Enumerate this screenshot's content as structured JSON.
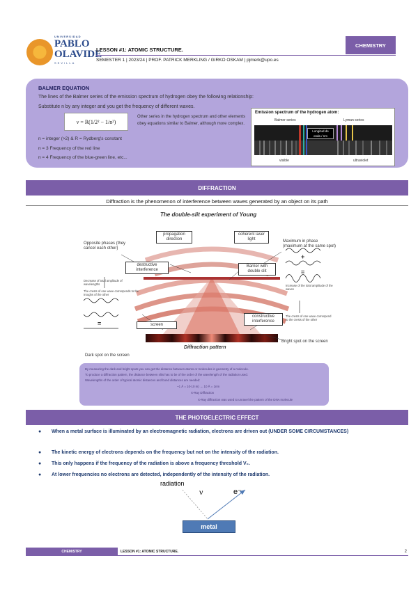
{
  "header": {
    "logo": {
      "line1": "UNIVERSIDAD",
      "line2": "PABLO",
      "line3": "OLAVIDE",
      "line4": "SEVILLA"
    },
    "lesson_title": "LESSON #1: ATOMIC STRUCTURE.",
    "subject": "CHEMISTRY",
    "semester_line": "SEMESTER 1 | 2023/24 | PROF. PATRICK MERKLING / GIRKO OSKAM | pjmerk@upo.es"
  },
  "balmer": {
    "title": "BALMER EQUATION",
    "line1": "The lines of the Balmer series of the emission spectrum of hydrogen obey the following relationship:",
    "line2": "Substitute n by any integer and you get the frequency of different waves.",
    "formula": "ν = R(1/2² − 1/n²)",
    "other_series": "Other series in the hydrogen spectrum and other elements obey equations similar to Balmer, although more complex.",
    "n_def": "n = integer (>2) & R = Rydberg's constant",
    "n3": "n = 3 Frequency of the red line",
    "n4": "n = 4 Frequency of the blue-green line, etc...",
    "spectrum": {
      "title": "Emission spectrum of the hydrogen atom:",
      "balmer_series": "Balmer series",
      "lyman_series": "Lyman series",
      "box_line1": "Longitud de",
      "box_line2": "onda / nm",
      "visible": "visible",
      "ultraviolet": "ultraviolet"
    }
  },
  "diffraction": {
    "section_title": "DIFFRACTION",
    "definition": "Diffraction is the phenomenon of interference between waves generated by an object on its path",
    "figure": {
      "title": "The double-slit experiment of Young",
      "opposite_phases": "Opposite phases (they cancel each other)",
      "propagation": "propagation direction",
      "coherent": "coherent laser light",
      "maximum": "Maximum in phase (maximum at the same spot)",
      "destructive": "destructive interference",
      "barrier": "Barrier with double slit",
      "decrease": "Decrease of total amplitude of wavelengths",
      "crests_left": "The crests of one wave corresponds to the troughs of the other",
      "increase": "Increase of the total amplitude of the waves",
      "constructive": "constructive interference",
      "crests_right": "The crests of one wave correspond to the crests of the other",
      "screen": "screen",
      "pattern": "Diffraction pattern",
      "bright_spot": "Bright spot on the screen",
      "plus": "+",
      "equals": "="
    },
    "dark_spot": "Dark spot on the screen",
    "note": {
      "l1": "By measuring the dark and bright spots you can get the distance between atoms or molecules in geometry of a molecule.",
      "l2": "To produce a diffraction pattern, the distance between slits has to be of the order of the wavelength of the radiation used.",
      "l3": "Wavelengths of the order of typical atomic distances and bond distances are needed:",
      "l4": "~1 Å = 10-10 m) → 10 Å = 1nm",
      "l5": "X-Ray Diffraction",
      "l6": "X-Ray diffraction was used to unravel the pattern of the DNA molecule"
    }
  },
  "photoelectric": {
    "section_title": "THE PHOTOELECTRIC EFFECT",
    "bullet": "●",
    "b1": "When a metal surface is illuminated by an electromagnetic radiation, electrons are driven out (UNDER SOME CIRCUMSTANCES)",
    "b2": "The kinetic energy of electrons depends on the frequency but not on the intensity of the radiation.",
    "b3": "This only happens if the frequency of the radiation is above a frequency threshold V₀.",
    "b4": "At lower frequencies no electrons are detected, independently of the intensity of the radiation.",
    "figure": {
      "radiation": "radiation",
      "nu": "ν",
      "electron": "e⁻",
      "metal": "metal"
    }
  },
  "footer": {
    "subject": "CHEMISTRY",
    "lesson": "LESSON #1: ATOMIC STRUCTURE.",
    "page": "2"
  },
  "colors": {
    "accent": "#7b5ea8",
    "box_fill": "#b3a5dc",
    "bullet_text": "#1e3a6e",
    "metal": "#4f7ab5"
  }
}
